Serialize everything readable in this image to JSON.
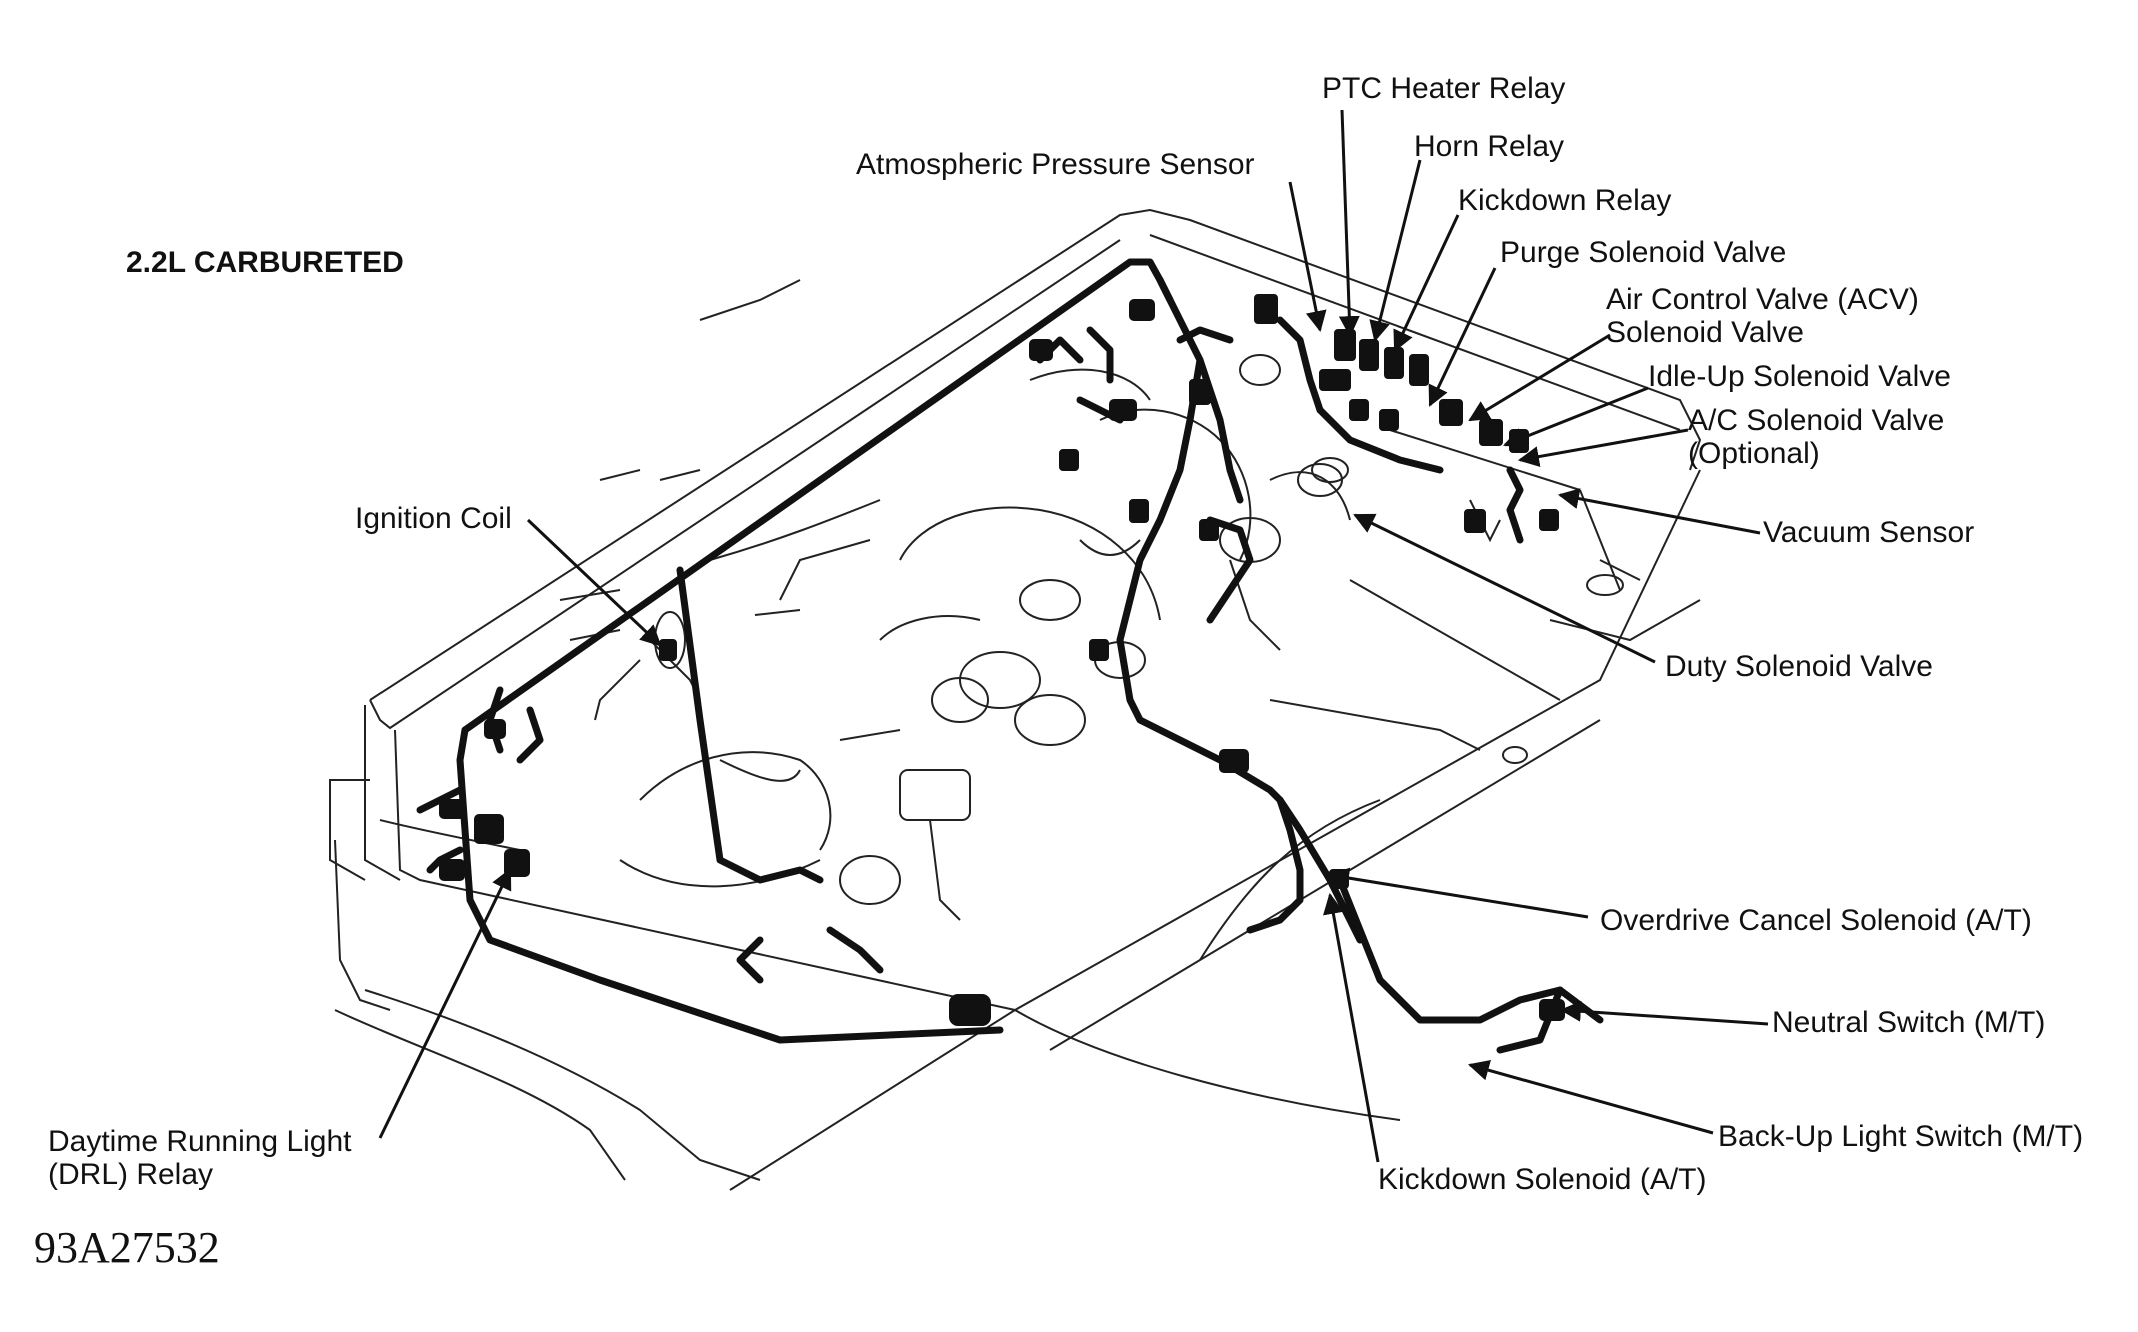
{
  "title": "2.2L CARBURETED",
  "figure_id": "93A27532",
  "labels": {
    "ptc_heater_relay": "PTC Heater Relay",
    "horn_relay": "Horn Relay",
    "kickdown_relay": "Kickdown Relay",
    "atmospheric_pressure_sensor": "Atmospheric Pressure Sensor",
    "purge_solenoid_valve": "Purge Solenoid Valve",
    "acv_line1": "Air Control Valve (ACV)",
    "acv_line2": "Solenoid Valve",
    "idle_up_solenoid_valve": "Idle-Up Solenoid Valve",
    "ac_line1": "A/C Solenoid Valve",
    "ac_line2": "(Optional)",
    "vacuum_sensor": "Vacuum Sensor",
    "ignition_coil": "Ignition Coil",
    "duty_solenoid_valve": "Duty Solenoid Valve",
    "overdrive_cancel_solenoid": "Overdrive Cancel Solenoid (A/T)",
    "neutral_switch": "Neutral Switch (M/T)",
    "backup_light_switch": "Back-Up Light Switch (M/T)",
    "kickdown_solenoid": "Kickdown Solenoid (A/T)",
    "drl_line1": "Daytime Running Light",
    "drl_line2": "(DRL) Relay"
  }
}
